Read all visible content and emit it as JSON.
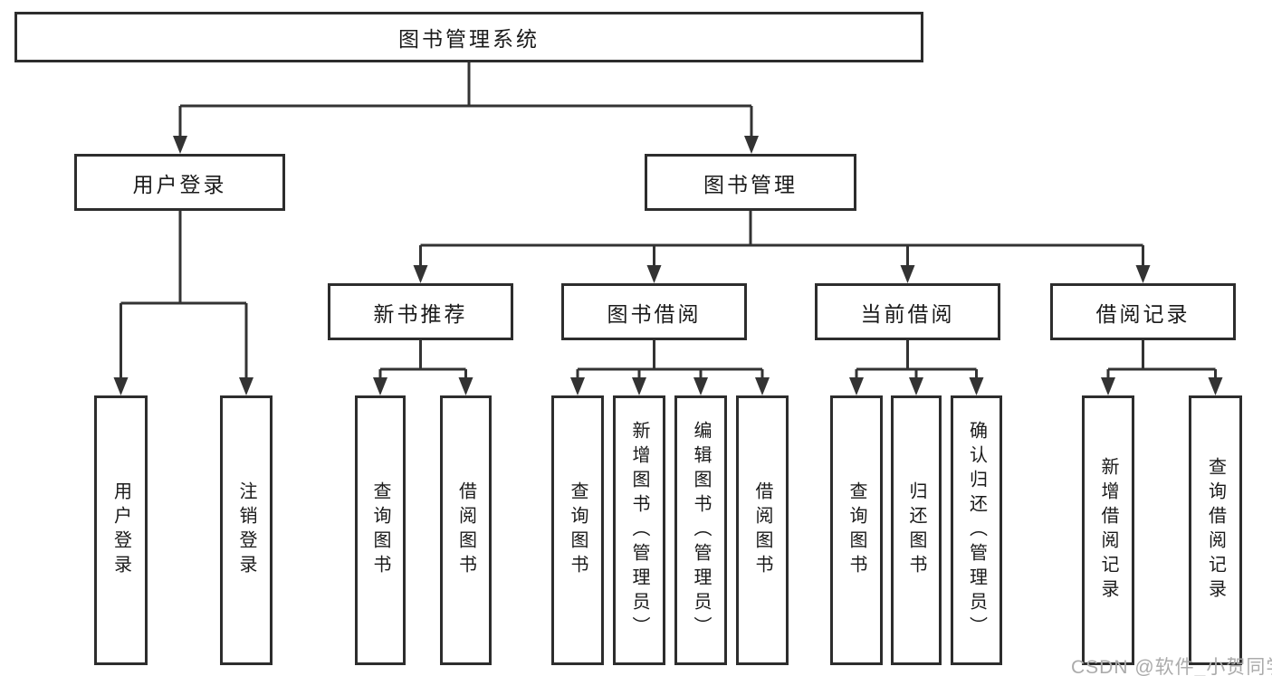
{
  "diagram": {
    "root": {
      "label": "图书管理系统"
    },
    "branches": [
      {
        "label": "用户登录",
        "children": [
          {
            "label": "用户登录"
          },
          {
            "label": "注销登录"
          }
        ]
      },
      {
        "label": "图书管理",
        "children": [
          {
            "label": "新书推荐",
            "children": [
              {
                "label": "查询图书"
              },
              {
                "label": "借阅图书"
              }
            ]
          },
          {
            "label": "图书借阅",
            "children": [
              {
                "label": "查询图书"
              },
              {
                "label": "新增图书（管理员）"
              },
              {
                "label": "编辑图书（管理员）"
              },
              {
                "label": "借阅图书"
              }
            ]
          },
          {
            "label": "当前借阅",
            "children": [
              {
                "label": "查询图书"
              },
              {
                "label": "归还图书"
              },
              {
                "label": "确认归还（管理员）"
              }
            ]
          },
          {
            "label": "借阅记录",
            "children": [
              {
                "label": "新增借阅记录"
              },
              {
                "label": "查询借阅记录"
              }
            ]
          }
        ]
      }
    ]
  },
  "watermark": {
    "text": "CSDN @软件_小贺同学"
  },
  "colors": {
    "background": "#ffffff",
    "line": "#333333",
    "box_border": "#2d2d2d",
    "box_fill": "#ffffff",
    "text": "#1a1a1a",
    "watermark": "#ababab"
  }
}
